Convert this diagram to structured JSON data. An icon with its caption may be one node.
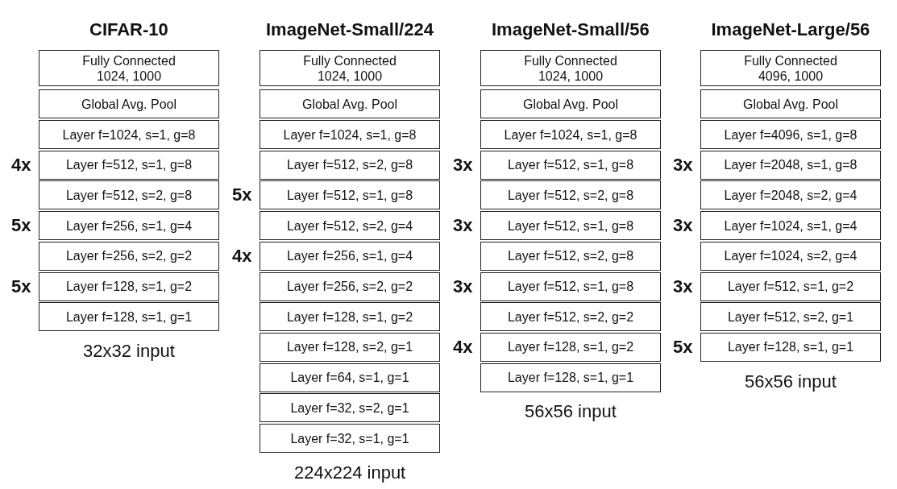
{
  "diagram": {
    "nodes": [
      {
        "text": [
          "Fully Connected 1024, 1000"
        ]
      },
      {
        "text": [
          "Global Avg. Pool"
        ]
      },
      {
        "text": [
          "Layer f=1024, s=1, g=8"
        ]
      },
      {
        "text": [
          "Layer f=512, s=1, g=8"
        ],
        "beside": [
          "4x"
        ]
      },
      {
        "text": [
          "Layer f=512, s=2, g=8"
        ]
      },
      {
        "text": [
          "Layer f=256, s=1, g=4"
        ],
        "beside": [
          "5x"
        ]
      },
      {
        "text": [
          "Layer f=256, s=2, g=2"
        ]
      },
      {
        "text": [
          "Layer f=128, s=1, g=2"
        ],
        "beside": [
          "5x"
        ]
      },
      {
        "text": [
          "Layer f=128, s=1, g=1"
        ]
      },
      {
        "text": [
          "Fully Connected 1024, 1000"
        ]
      },
      {
        "text": [
          "Global Avg. Pool"
        ]
      },
      {
        "text": [
          "Layer f=1024, s=1, g=8"
        ]
      },
      {
        "text": [
          "Layer f=512, s=2, g=8"
        ]
      },
      {
        "text": [
          "Layer f=512, s=1, g=8"
        ],
        "beside": [
          "5x"
        ]
      },
      {
        "text": [
          "Layer f=512, s=2, g=4"
        ]
      },
      {
        "text": [
          "Layer f=256, s=1, g=4"
        ],
        "beside": [
          "4x"
        ]
      },
      {
        "text": [
          "Layer f=256, s=2, g=2"
        ]
      },
      {
        "text": [
          "Layer f=128, s=1, g=2"
        ]
      },
      {
        "text": [
          "Layer f=128, s=2, g=1"
        ]
      },
      {
        "text": [
          "Layer f=64, s=1, g=1"
        ]
      },
      {
        "text": [
          "Layer f=32, s=2, g=1"
        ]
      },
      {
        "text": [
          "Layer f=32, s=1, g=1"
        ]
      },
      {
        "text": [
          "Fully Connected 1024, 1000"
        ]
      },
      {
        "text": [
          "Global Avg. Pool"
        ]
      },
      {
        "text": [
          "Layer f=1024, s=1, g=8"
        ]
      },
      {
        "text": [
          "Layer f=512, s=1, g=8"
        ],
        "beside": [
          "3x"
        ]
      },
      {
        "text": [
          "Layer f=512, s=2, g=8"
        ]
      },
      {
        "text": [
          "Layer f=512, s=1, g=8"
        ],
        "beside": [
          "3x"
        ]
      },
      {
        "text": [
          "Layer f=512, s=2, g=8"
        ]
      },
      {
        "text": [
          "Layer f=512, s=1, g=8"
        ],
        "beside": [
          "3x"
        ]
      },
      {
        "text": [
          "Layer f=512, s=2, g=2"
        ]
      },
      {
        "text": [
          "Layer f=128, s=1, g=2"
        ],
        "beside": [
          "4x"
        ]
      },
      {
        "text": [
          "Layer f=128, s=1, g=1"
        ]
      },
      {
        "text": [
          "Fully Connected 4096, 1000"
        ]
      },
      {
        "text": [
          "Global Avg. Pool"
        ]
      },
      {
        "text": [
          "Layer f=4096, s=1, g=8"
        ]
      },
      {
        "text": [
          "Layer f=2048, s=1, g=8"
        ],
        "beside": [
          "3x"
        ]
      },
      {
        "text": [
          "Layer f=2048, s=2, g=4"
        ]
      },
      {
        "text": [
          "Layer f=1024, s=1, g=4"
        ],
        "beside": [
          "3x"
        ]
      },
      {
        "text": [
          "Layer f=1024, s=2, g=4"
        ]
      },
      {
        "text": [
          "Layer f=512, s=1, g=2"
        ],
        "beside": [
          "3x"
        ]
      },
      {
        "text": [
          "Layer f=512, s=2, g=1"
        ]
      },
      {
        "text": [
          "Layer f=128, s=1, g=1"
        ],
        "beside": [
          "5x"
        ]
      }
    ],
    "labels": [
      "CIFAR-10",
      "ImageNet-Small/224",
      "ImageNet-Small/56",
      "ImageNet-Large/56",
      "32x32 input",
      "224x224 input",
      "56x56 input",
      "56x56 input"
    ]
  }
}
